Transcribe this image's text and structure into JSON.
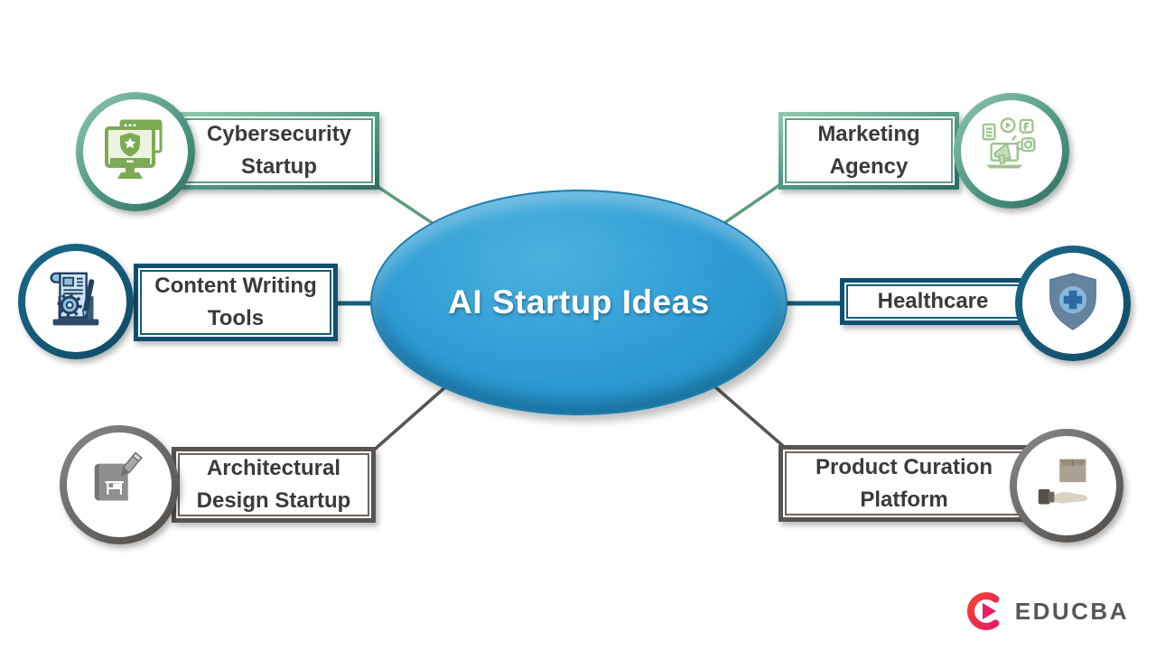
{
  "title": "AI Startup Ideas",
  "nodes": [
    {
      "label": "Cybersecurity Startup",
      "icon": "cybersecurity-monitor-shield-icon",
      "theme": "green"
    },
    {
      "label": "Content Writing Tools",
      "icon": "document-gear-pen-icon",
      "theme": "teal"
    },
    {
      "label": "Architectural Design Startup",
      "icon": "blueprint-pencil-icon",
      "theme": "gray"
    },
    {
      "label": "Marketing Agency",
      "icon": "laptop-megaphone-social-icon",
      "theme": "green"
    },
    {
      "label": "Healthcare",
      "icon": "shield-medical-cross-icon",
      "theme": "teal"
    },
    {
      "label": "Product Curation Platform",
      "icon": "hand-holding-box-icon",
      "theme": "gray"
    }
  ],
  "brand": {
    "name": "EDUCBA"
  },
  "colors": {
    "ellipse_fill": "#2d9bd4",
    "ellipse_border": "#1b7fae",
    "title_color": "#ffffff",
    "label_color": "#3a3a3a",
    "green_frame_light": "#8fc7ad",
    "green_frame_dark": "#2f6f62",
    "teal_frame": "#10506e",
    "gray_frame": "#595451",
    "connector_green": "#5f9c7f",
    "connector_teal": "#155e7e",
    "connector_gray": "#5b5551",
    "brand_text_color": "#54585a",
    "brand_red": "#f5402e",
    "brand_pink": "#e81d62"
  }
}
